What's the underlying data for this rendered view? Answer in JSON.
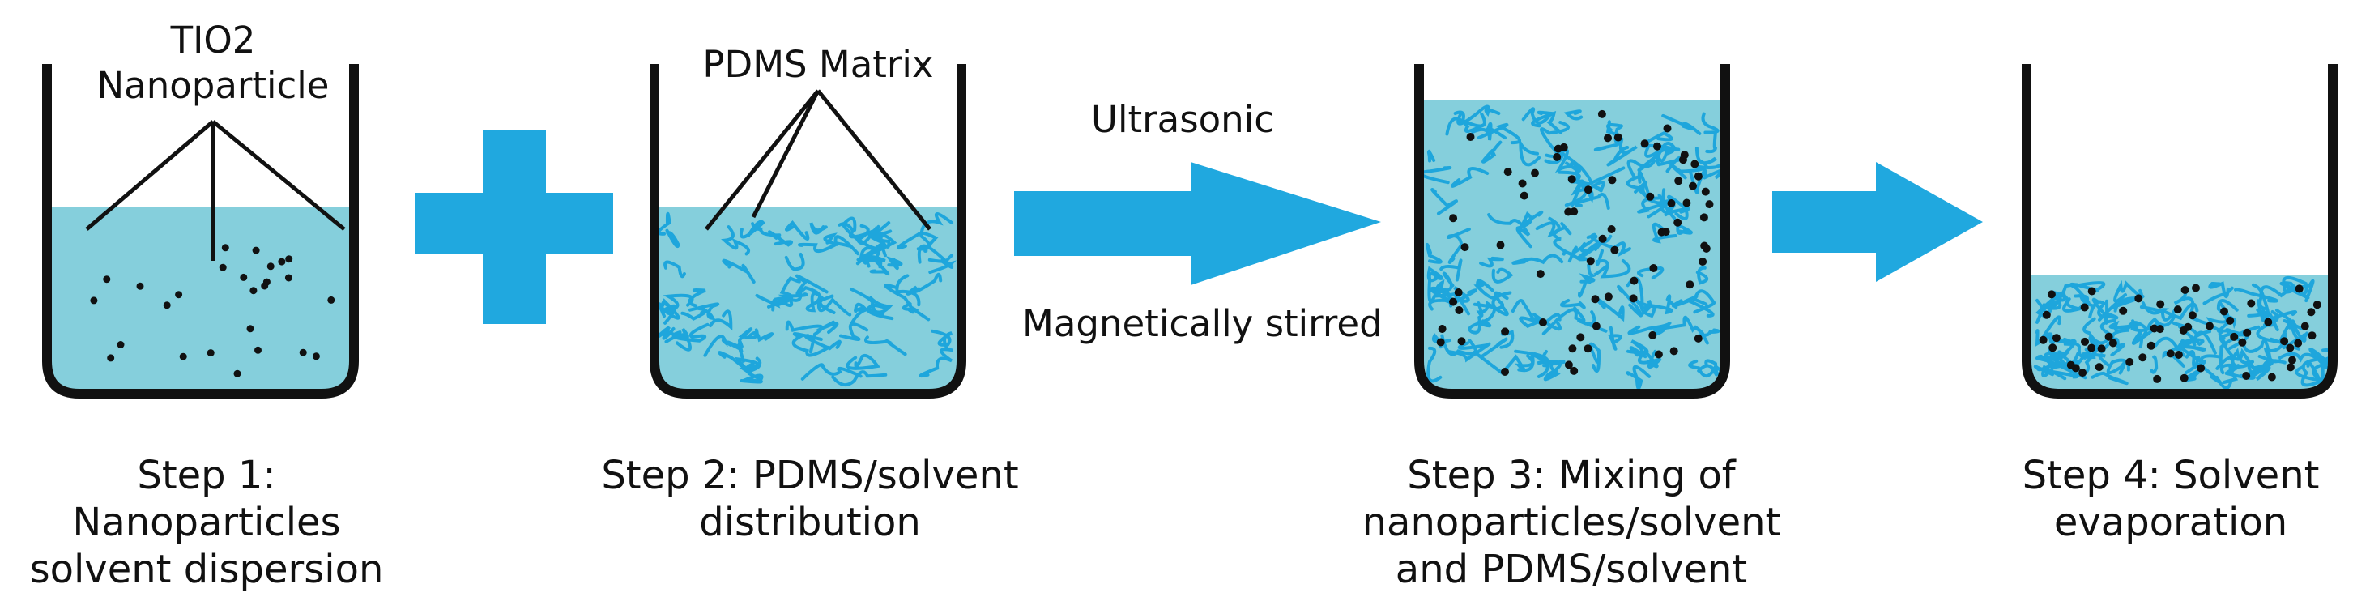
{
  "colors": {
    "liquid": "#85cfdc",
    "fiber": "#1ea6dc",
    "arrow": "#20a8df",
    "beaker": "#111111",
    "particle": "#111111"
  },
  "annotations": {
    "tio2_line1": "TIO2",
    "tio2_line2": "Nanoparticle",
    "pdms": "PDMS Matrix",
    "ultrasonic": "Ultrasonic",
    "stirred": "Magnetically stirred"
  },
  "steps": [
    {
      "lines": [
        "Step 1: Nanoparticles",
        "solvent dispersion"
      ]
    },
    {
      "lines": [
        "Step 2: PDMS/solvent",
        "distribution"
      ]
    },
    {
      "lines": [
        "Step 3:  Mixing of",
        "nanoparticles/solvent",
        "and PDMS/solvent"
      ]
    },
    {
      "lines": [
        "Step 4:  Solvent",
        "evaporation"
      ]
    }
  ]
}
